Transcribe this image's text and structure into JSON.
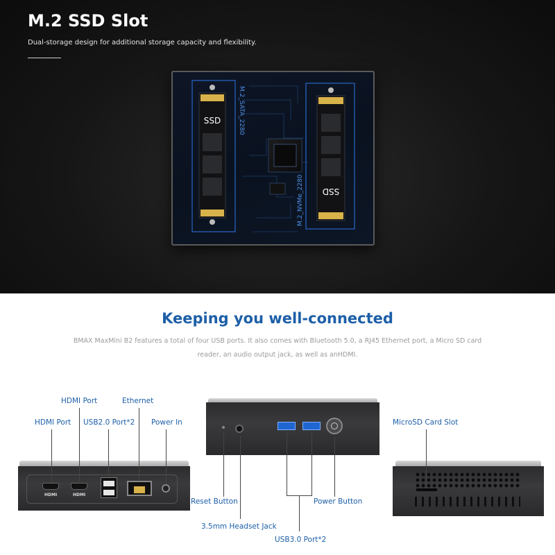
{
  "top": {
    "title": "M.2 SSD Slot",
    "subtitle": "Dual-storage design for additional storage capacity and flexibility.",
    "board": {
      "slot_left_label": "M.2_SATA_2280",
      "slot_right_label": "M.2_NVMe_2280",
      "ssd_left_label": "SSD",
      "ssd_right_label": "SSD"
    }
  },
  "bottom": {
    "heading": "Keeping you well-connected",
    "description": "BMAX MaxMini B2 features a total of four USB ports. It also comes with Bluetooth 5.0, a RJ45 Ethernet port, a Micro SD card reader, an audio output jack, as well as anHDMI.",
    "left_device": {
      "hdmi_port_top": "HDMI Port",
      "ethernet": "Ethernet",
      "hdmi_port": "HDMI Port",
      "usb2": "USB2.0 Port*2",
      "power_in": "Power In",
      "hdmi_tag_1": "HDMI",
      "hdmi_tag_2": "HDMI"
    },
    "center_device": {
      "reset_button": "Reset Button",
      "headset_jack": "3.5mm Headset Jack",
      "usb3": "USB3.0 Port*2",
      "power_button": "Power Button"
    },
    "right_device": {
      "microsd": "MicroSD Card Slot"
    }
  },
  "colors": {
    "accent": "#1d5fa8",
    "board_glow": "#2f7df2"
  }
}
